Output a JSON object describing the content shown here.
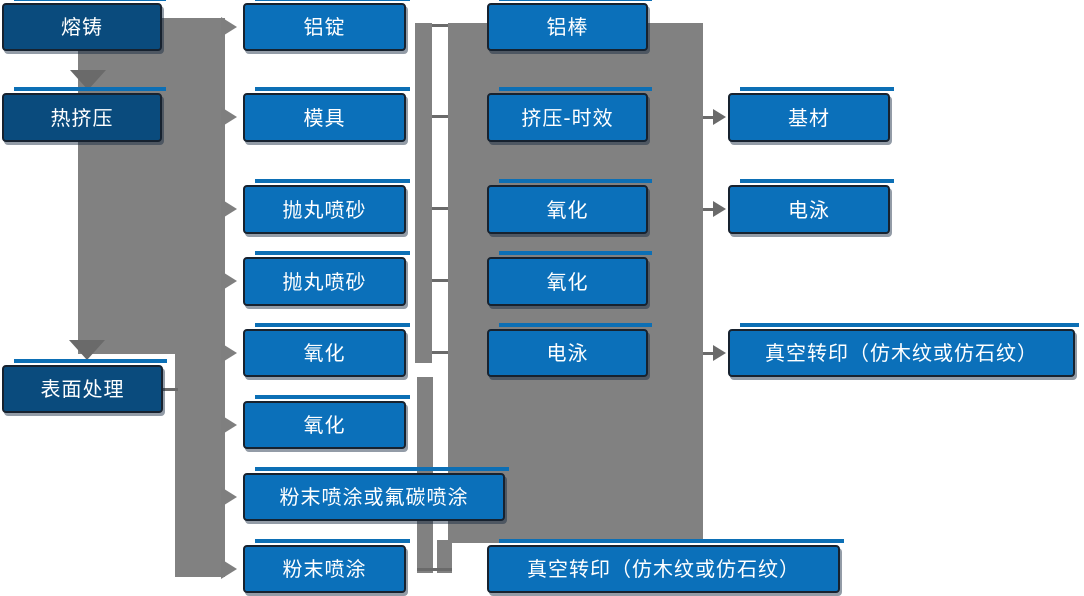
{
  "flowchart": {
    "title": "",
    "col1": [
      "熔铸",
      "热挤压",
      "表面处理"
    ],
    "col2": [
      "铝锭",
      "模具",
      "抛丸喷砂",
      "抛丸喷砂",
      "氧化",
      "氧化",
      "粉末喷涂或氟碳喷涂",
      "粉末喷涂"
    ],
    "col3": [
      "铝棒",
      "挤压-时效",
      "氧化",
      "氧化",
      "电泳",
      "真空转印（仿木纹或仿石纹）"
    ],
    "col4": [
      "基材",
      "电泳",
      "真空转印（仿木纹或仿石纹）"
    ],
    "colors": {
      "stage_box": "#0a4b7d",
      "process_box": "#0b70ba",
      "connector_gray": "#818181",
      "connector_dark_gray": "#6a6a6a",
      "text": "#ffffff",
      "background": "#ffffff"
    }
  }
}
